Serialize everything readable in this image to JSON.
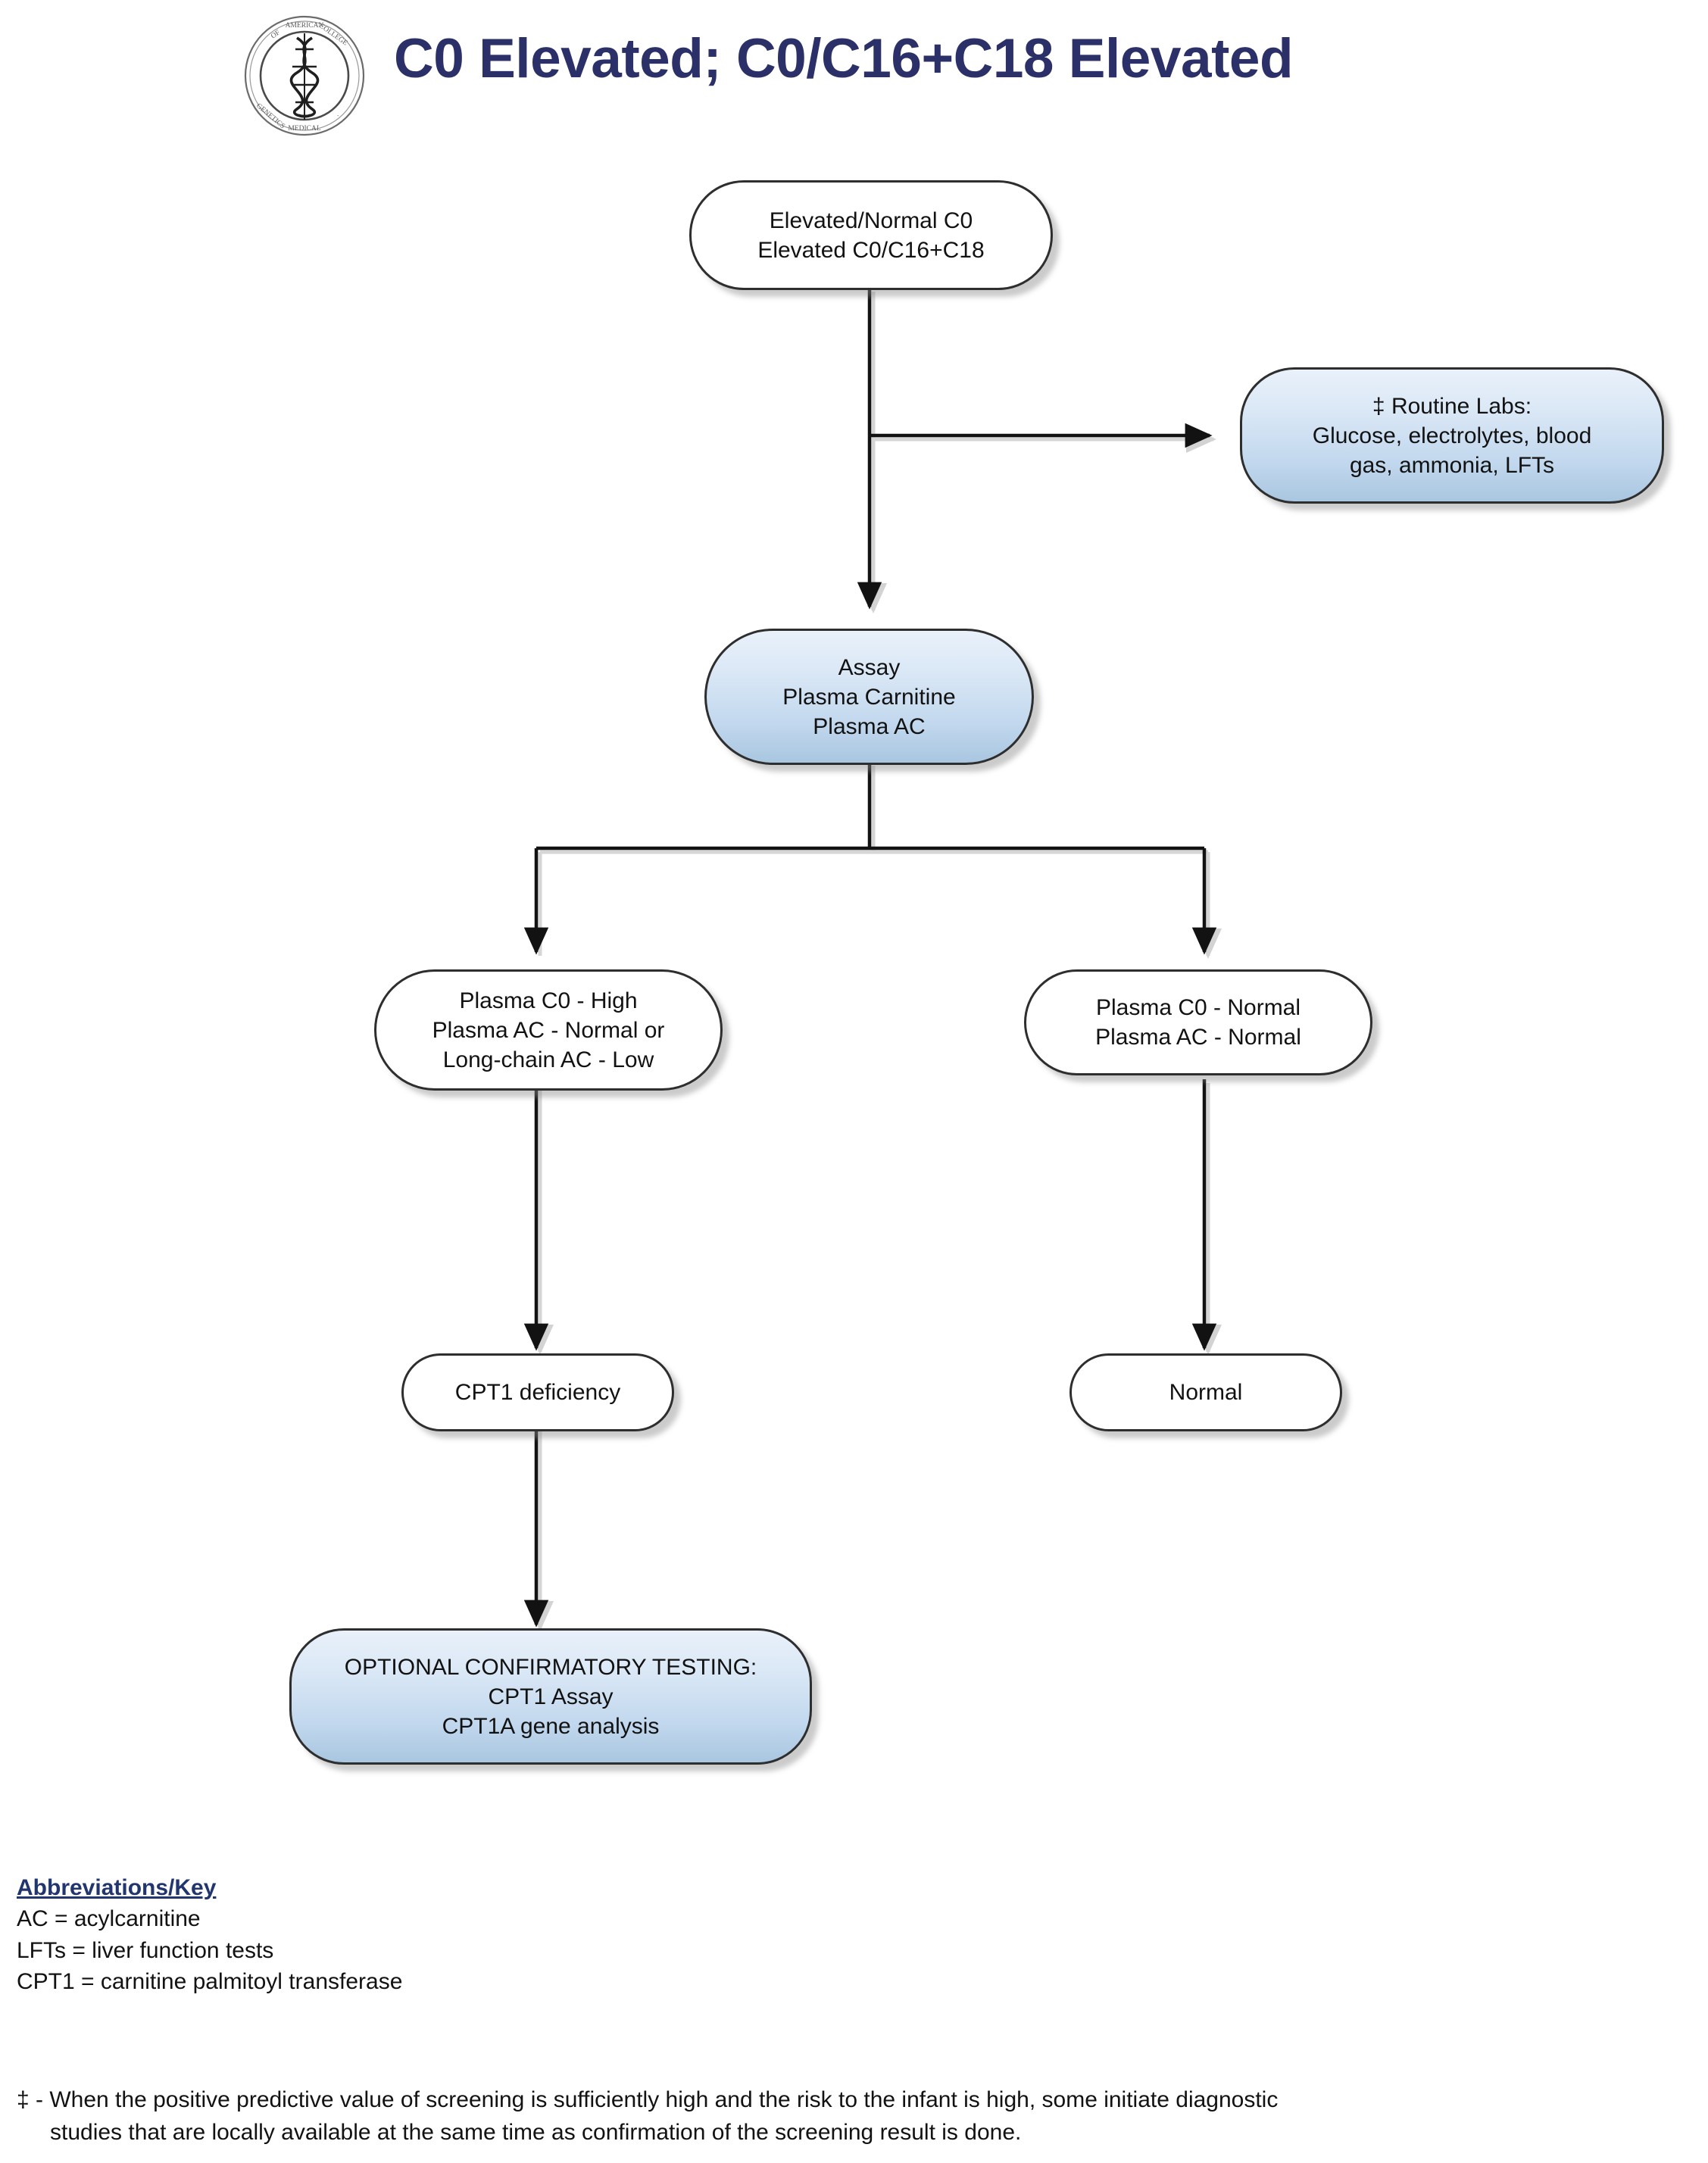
{
  "header": {
    "title": "C0 Elevated; C0/C16+C18 Elevated",
    "logo_alt": "American College of Medical Genetics seal",
    "title_color": "#2b3068"
  },
  "diagram": {
    "type": "flowchart",
    "accent_fill": "#c2d8ee",
    "nodes": [
      {
        "id": "start",
        "name": "start-node",
        "style": "rounded-white",
        "lines": [
          "Elevated/Normal C0",
          "Elevated C0/C16+C18"
        ]
      },
      {
        "id": "routine-labs",
        "name": "routine-labs-node",
        "style": "rounded-blue",
        "lines": [
          "‡ Routine Labs:",
          "Glucose, electrolytes, blood",
          "gas, ammonia, LFTs"
        ]
      },
      {
        "id": "assay",
        "name": "assay-node",
        "style": "stadium-blue",
        "lines": [
          "Assay",
          "Plasma Carnitine",
          "Plasma AC"
        ]
      },
      {
        "id": "left-result",
        "name": "plasma-c0-high-node",
        "style": "stadium-white",
        "lines": [
          "Plasma C0 - High",
          "Plasma AC - Normal or",
          "Long-chain AC - Low"
        ]
      },
      {
        "id": "right-result",
        "name": "plasma-c0-normal-node",
        "style": "stadium-white",
        "lines": [
          "Plasma C0 - Normal",
          "Plasma AC - Normal"
        ]
      },
      {
        "id": "cpt1-deficiency",
        "name": "cpt1-deficiency-node",
        "style": "stadium-white",
        "lines": [
          "CPT1 deficiency"
        ]
      },
      {
        "id": "normal",
        "name": "normal-node",
        "style": "stadium-white",
        "lines": [
          "Normal"
        ]
      },
      {
        "id": "optional-testing",
        "name": "optional-confirmatory-testing-node",
        "style": "rounded-blue",
        "lines": [
          "OPTIONAL CONFIRMATORY TESTING:",
          "CPT1 Assay",
          "CPT1A gene analysis"
        ]
      }
    ],
    "edges": [
      {
        "from": "start",
        "to": "routine-labs",
        "kind": "elbow-right"
      },
      {
        "from": "start",
        "to": "assay",
        "kind": "straight-down"
      },
      {
        "from": "assay",
        "to": "left-result",
        "kind": "split-left"
      },
      {
        "from": "assay",
        "to": "right-result",
        "kind": "split-right"
      },
      {
        "from": "left-result",
        "to": "cpt1-deficiency",
        "kind": "straight-down"
      },
      {
        "from": "right-result",
        "to": "normal",
        "kind": "straight-down"
      },
      {
        "from": "cpt1-deficiency",
        "to": "optional-testing",
        "kind": "straight-down"
      }
    ]
  },
  "legend": {
    "title": "Abbreviations/Key",
    "items": [
      "AC = acylcarnitine",
      "LFTs = liver function tests",
      "CPT1 = carnitine palmitoyl transferase"
    ]
  },
  "footnote": {
    "line1": "‡ - When the positive predictive value of screening is sufficiently high and the risk to the infant is high, some initiate diagnostic",
    "line2": "studies that are locally available at the same time as confirmation of the screening result is done."
  }
}
